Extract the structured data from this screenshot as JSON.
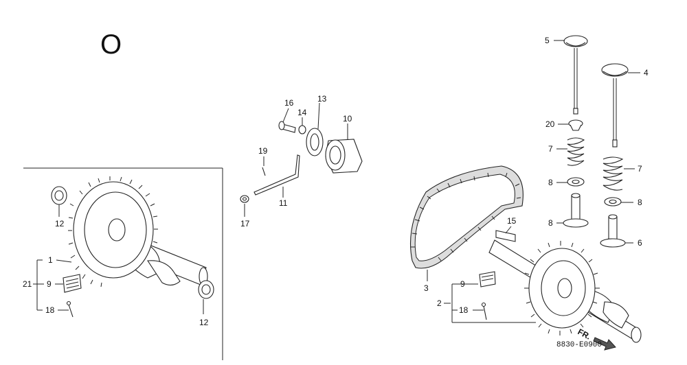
{
  "diagram": {
    "section_mark": "O",
    "diagram_code": "8830-E0900",
    "front_marker": "FR.",
    "callouts": {
      "c1": "1",
      "c2": "2",
      "c3": "3",
      "c4": "4",
      "c5": "5",
      "c6": "6",
      "c7a": "7",
      "c7b": "7",
      "c8a": "8",
      "c8b": "8",
      "c8c": "8",
      "c9a": "9",
      "c9b": "9",
      "c10": "10",
      "c11": "11",
      "c12a": "12",
      "c12b": "12",
      "c13": "13",
      "c14": "14",
      "c15": "15",
      "c16": "16",
      "c17": "17",
      "c18a": "18",
      "c18b": "18",
      "c19": "19",
      "c20": "20",
      "c21": "21"
    }
  }
}
